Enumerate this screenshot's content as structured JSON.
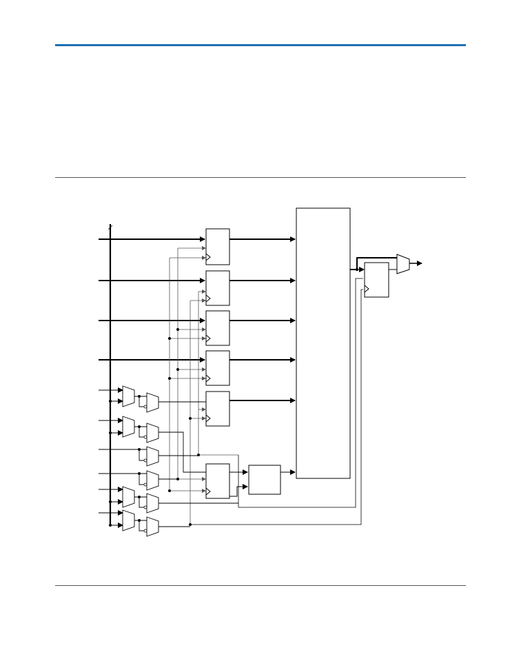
{
  "colors": {
    "header_rule": "#1f6fb5",
    "page_rule": "#555555",
    "wire": "#000000",
    "feedback_wire": "#555555"
  },
  "icons": {
    "register": "rectangle-with-clock-triangle",
    "mux": "trapezoid",
    "junction": "filled-dot",
    "arrowhead": "solid-triangle"
  }
}
